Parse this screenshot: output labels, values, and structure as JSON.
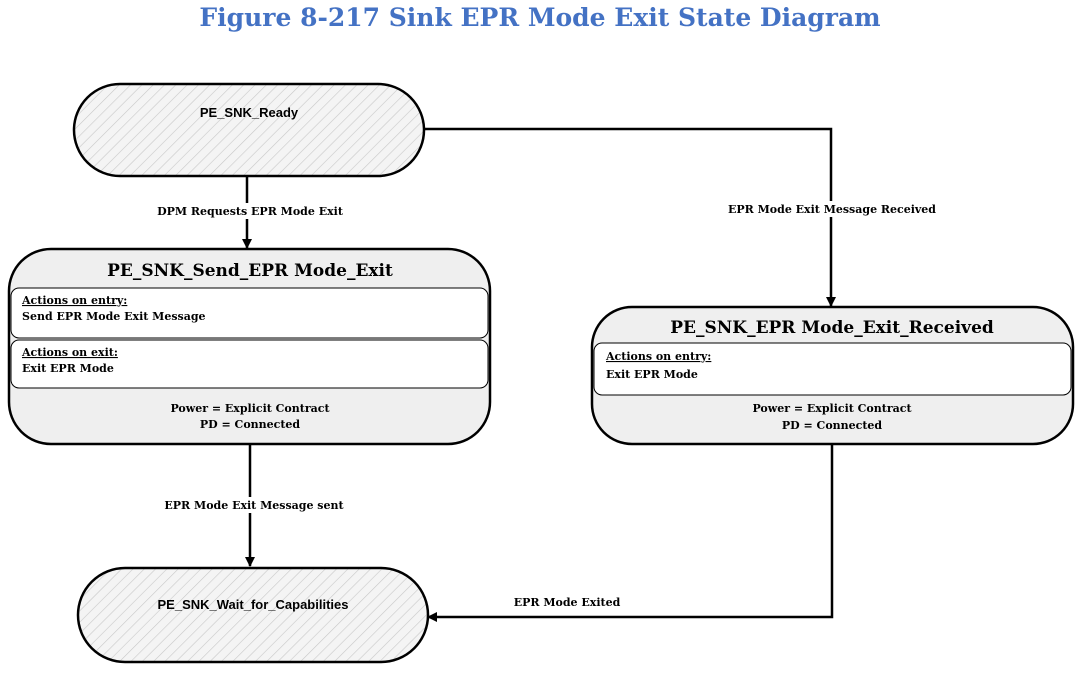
{
  "title": "Figure 8-217 Sink EPR Mode Exit State Diagram",
  "colors": {
    "title": "#4472c4",
    "box_fill": "#efefef",
    "hatch": "#c8c8c8",
    "line": "#000000"
  },
  "states": {
    "ready": {
      "name": "PE_SNK_Ready"
    },
    "send_exit": {
      "name": "PE_SNK_Send_EPR Mode_Exit",
      "entry_heading": "Actions on entry:",
      "entry_action": "Send EPR Mode Exit Message",
      "exit_heading": "Actions on exit:",
      "exit_action": "Exit EPR Mode",
      "power": "Power = Explicit Contract",
      "pd": "PD = Connected"
    },
    "exit_received": {
      "name": "PE_SNK_EPR Mode_Exit_Received",
      "entry_heading": "Actions on entry:",
      "entry_action": "Exit EPR Mode",
      "power": "Power = Explicit Contract",
      "pd": "PD = Connected"
    },
    "wait_caps": {
      "name": "PE_SNK_Wait_for_Capabilities"
    }
  },
  "transitions": {
    "dpm_request": "DPM Requests EPR Mode Exit",
    "msg_received": "EPR Mode Exit Message Received",
    "msg_sent": "EPR Mode Exit Message sent",
    "mode_exited": "EPR Mode Exited"
  }
}
